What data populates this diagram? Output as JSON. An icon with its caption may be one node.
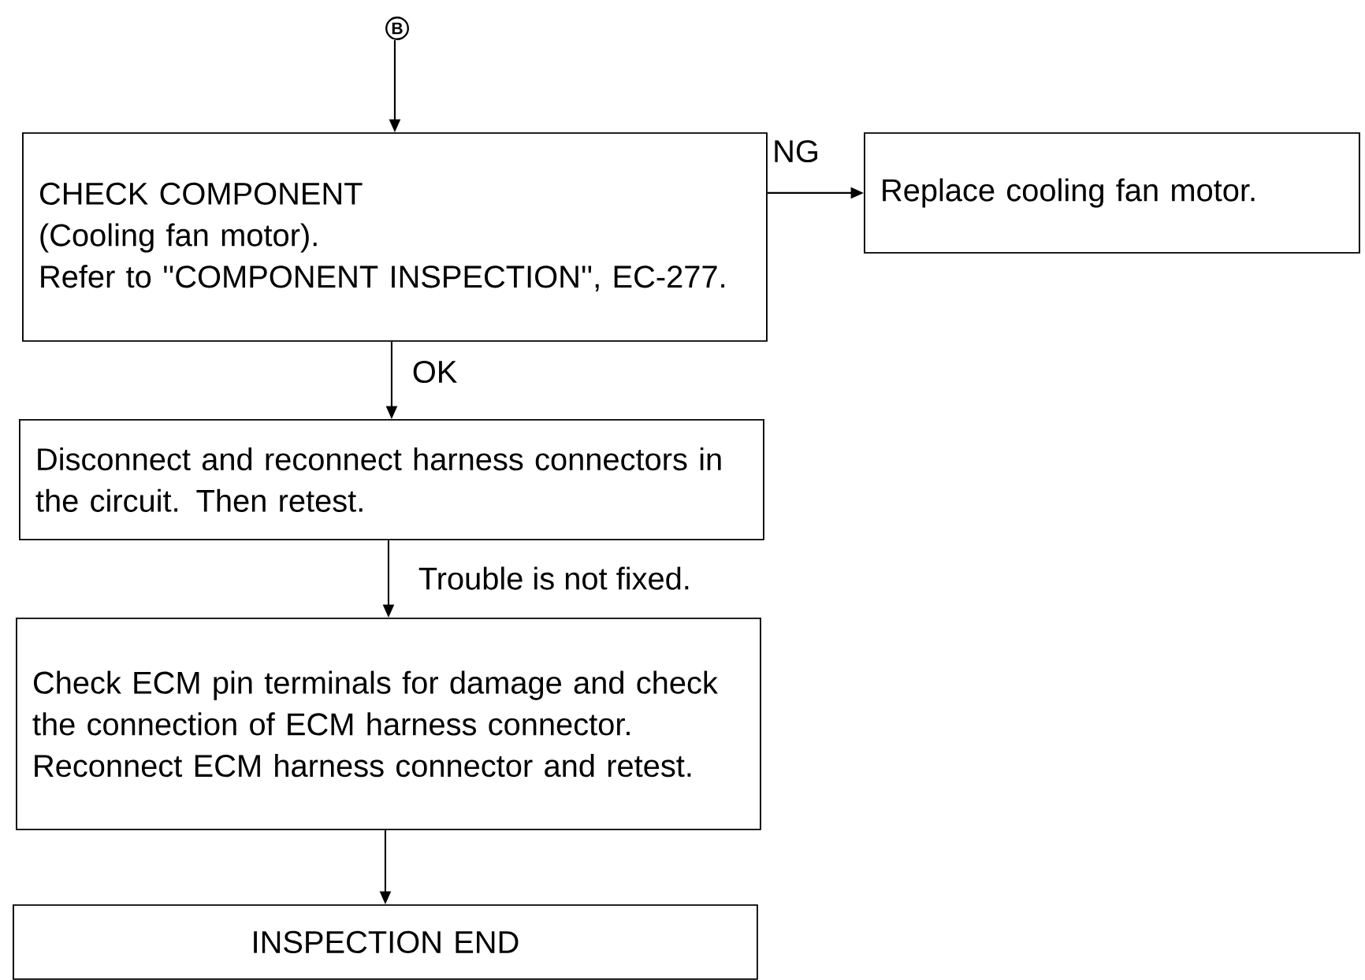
{
  "diagram": {
    "nodes": [
      {
        "text": [
          "B"
        ]
      },
      {
        "text": [
          "CHECK COMPONENT",
          "(Cooling fan motor).",
          "Refer to ''COMPONENT INSPECTION'', EC-277."
        ]
      },
      {
        "text": [
          "Replace cooling fan motor."
        ]
      },
      {
        "text": [
          "Disconnect and reconnect harness connectors in the circuit. Then retest."
        ]
      },
      {
        "text": [
          "Check ECM pin terminals for damage and check the connection of ECM harness connector. Reconnect ECM harness connector and retest."
        ]
      },
      {
        "text": [
          "INSPECTION END"
        ]
      }
    ],
    "edges": [
      {
        "from": 0,
        "to": 1,
        "arrow": "to"
      },
      {
        "from": 1,
        "to": 2,
        "arrow": "to",
        "label": "NG"
      },
      {
        "from": 1,
        "to": 3,
        "arrow": "to",
        "label": "OK"
      },
      {
        "from": 3,
        "to": 4,
        "arrow": "to",
        "label": "Trouble is not fixed."
      },
      {
        "from": 4,
        "to": 5,
        "arrow": "to"
      }
    ]
  }
}
